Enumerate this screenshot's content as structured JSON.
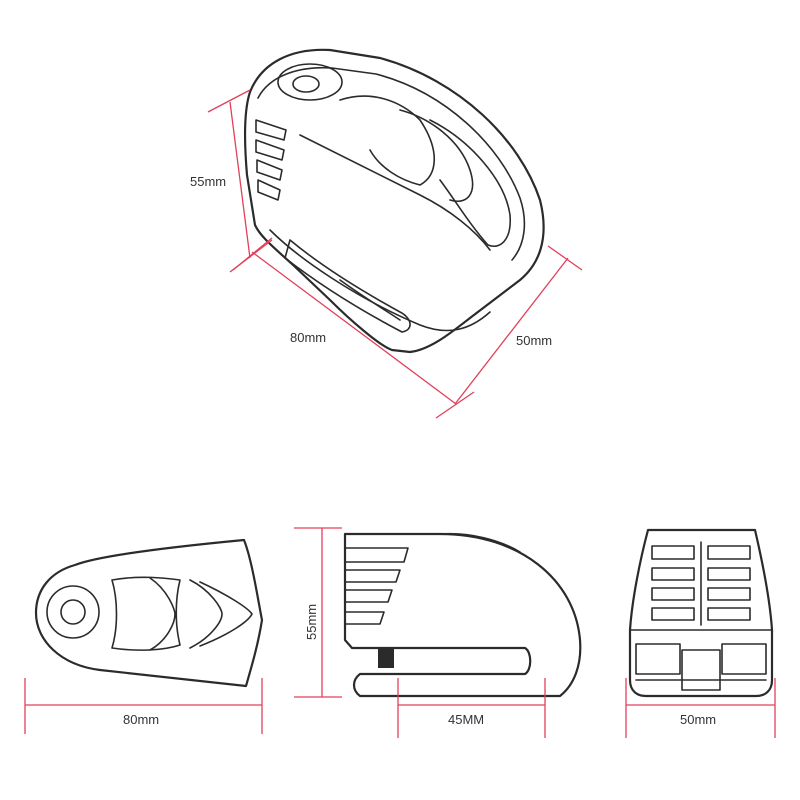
{
  "colors": {
    "outline": "#2b2b2b",
    "dimension_line": "#e0405a",
    "label": "#333333",
    "background": "#ffffff"
  },
  "iso_view": {
    "height_label": "55mm",
    "length_label": "80mm",
    "width_label": "50mm"
  },
  "top_view": {
    "length_label": "80mm"
  },
  "side_view": {
    "height_label": "55mm",
    "slot_label": "45MM"
  },
  "front_view": {
    "width_label": "50mm"
  }
}
